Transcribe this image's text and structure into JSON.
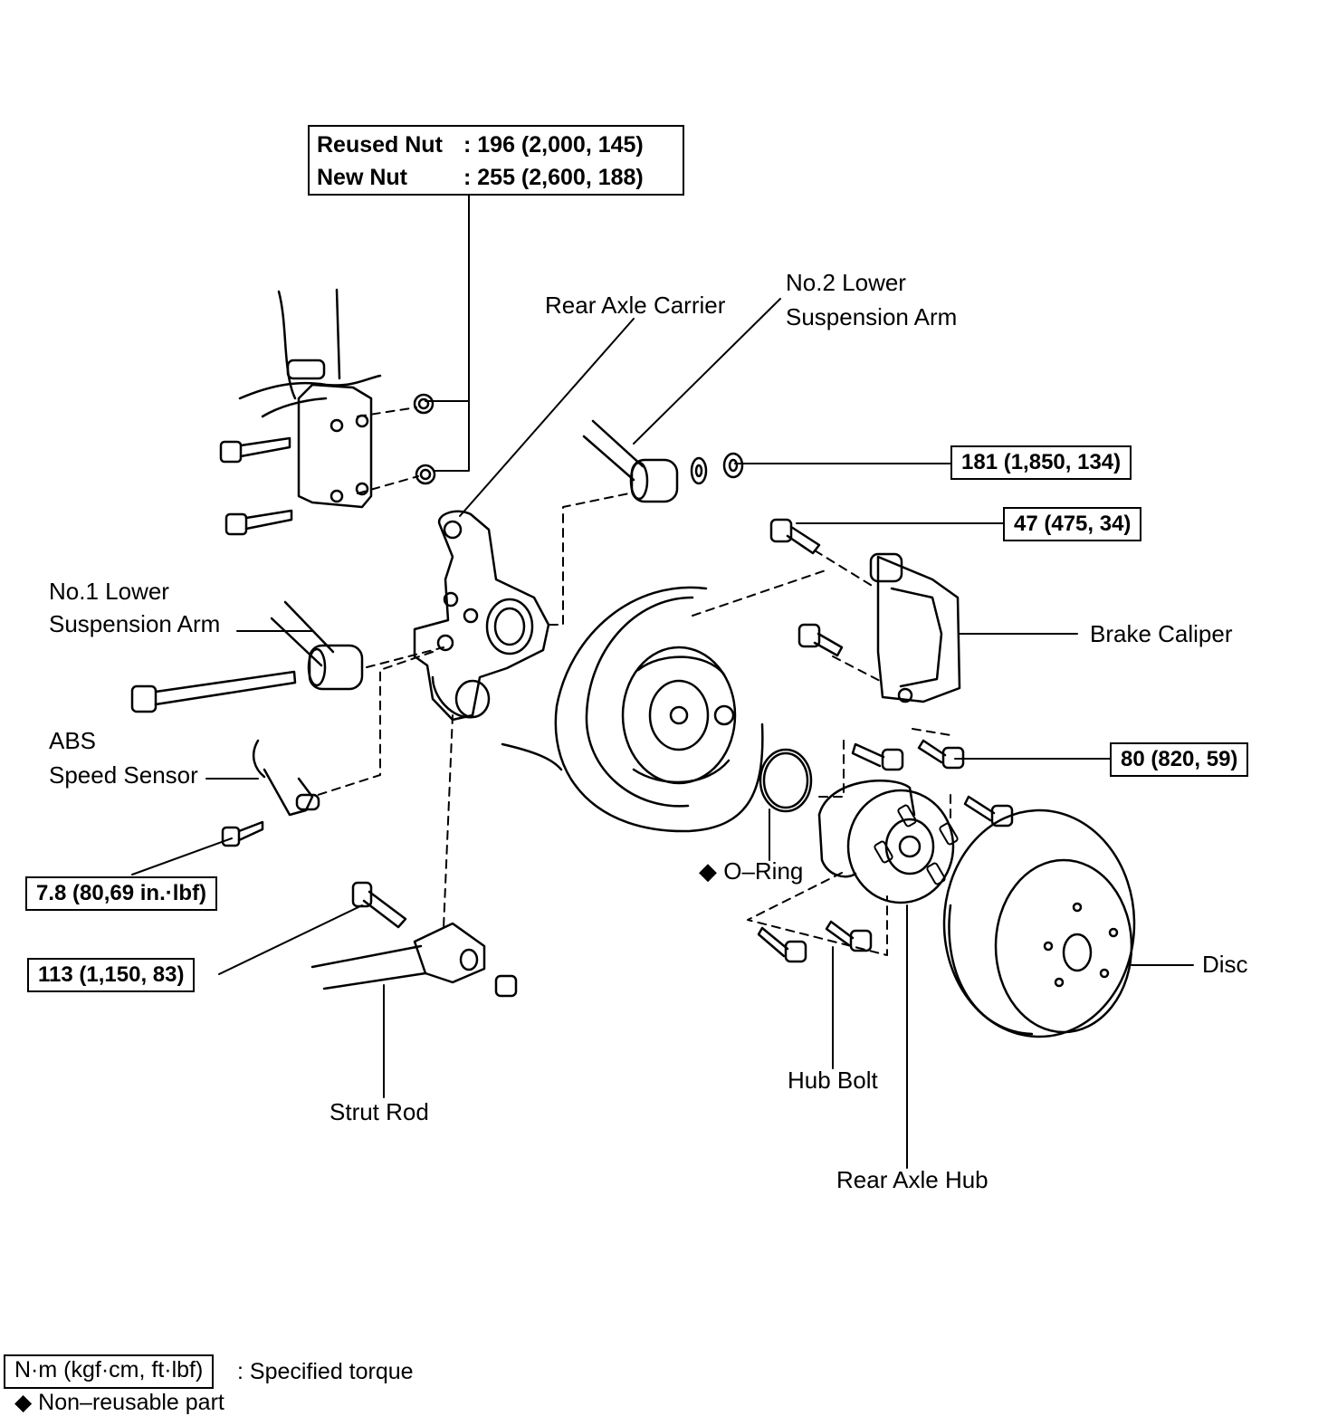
{
  "nut_torque": {
    "reused_label": "Reused Nut",
    "reused_value": ": 196 (2,000, 145)",
    "new_label": "New Nut",
    "new_value": ": 255 (2,600, 188)"
  },
  "labels": {
    "rear_axle_carrier": "Rear Axle Carrier",
    "no2_line1": "No.2 Lower",
    "no2_line2": "Suspension Arm",
    "no1_line1": "No.1 Lower",
    "no1_line2": "Suspension Arm",
    "abs_line1": "ABS",
    "abs_line2": "Speed Sensor",
    "brake_caliper": "Brake Caliper",
    "o_ring": "◆ O–Ring",
    "disc": "Disc",
    "hub_bolt": "Hub Bolt",
    "strut_rod": "Strut Rod",
    "rear_axle_hub": "Rear Axle Hub"
  },
  "torques": {
    "t181": "181 (1,850, 134)",
    "t47": "47 (475, 34)",
    "t80": "80 (820, 59)",
    "t78": "7.8 (80,69 in.·lbf)",
    "t113": "113 (1,150, 83)"
  },
  "legend": {
    "unit_box": "N·m (kgf·cm, ft·lbf)",
    "unit_desc": ": Specified torque",
    "non_reusable": "◆ Non–reusable part"
  }
}
